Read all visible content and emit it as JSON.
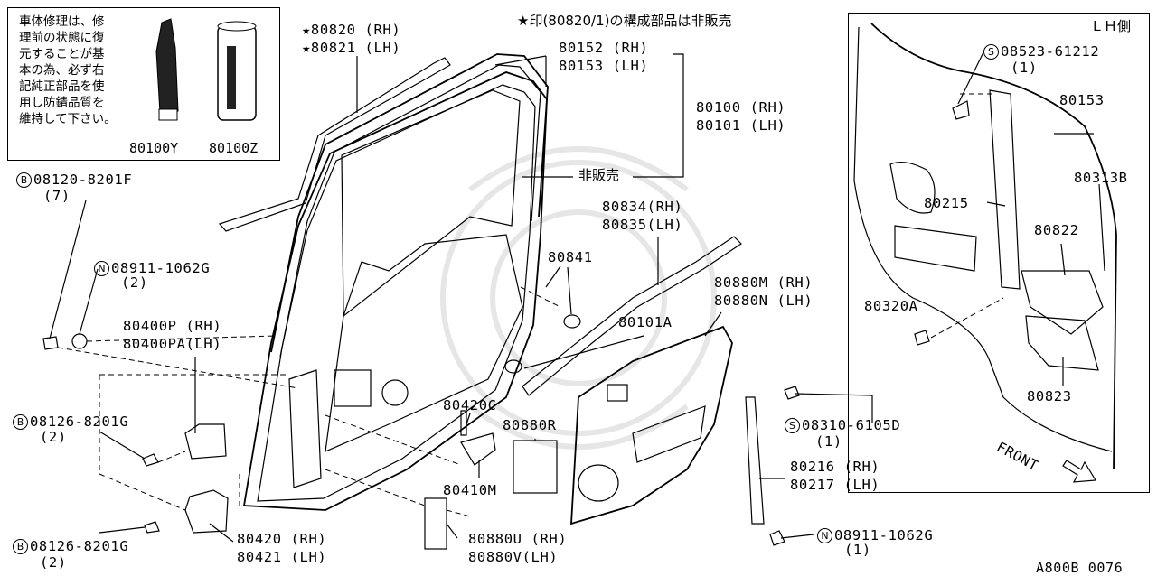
{
  "note": {
    "lines": [
      "車体修理は、修",
      "理前の状態に復",
      "元することが基",
      "本の為、必ず右",
      "記純正部品を使",
      "用し防錆品質を",
      "維持して下さい。"
    ],
    "part_a": "80100Y",
    "part_b": "80100Z"
  },
  "header_note": "★印(80820/1)の構成部品は非販売",
  "inset_title": "ＬＨ側",
  "labels": {
    "p80820": "★80820 (RH)",
    "p80821": "★80821 (LH)",
    "p80152": "80152 (RH)",
    "p80153": "80153 (LH)",
    "p80100": "80100 (RH)",
    "p80101": "80101 (LH)",
    "not_sold": "非販売",
    "b08120": "08120-8201F",
    "b08120_qty": "(7)",
    "n08911a": "08911-1062G",
    "n08911a_qty": "(2)",
    "p80400P": "80400P (RH)",
    "p80400PA": "80400PA(LH)",
    "b08126a": "08126-8201G",
    "b08126a_qty": "(2)",
    "b08126b": "08126-8201G",
    "b08126b_qty": "(2)",
    "p80420": "80420 (RH)",
    "p80421": "80421 (LH)",
    "p80834": "80834(RH)",
    "p80835": "80835(LH)",
    "p80841": "80841",
    "p80880M": "80880M (RH)",
    "p80880N": "80880N (LH)",
    "p80101A": "80101A",
    "p80420C": "80420C",
    "p80880R": "80880R",
    "p80410M": "80410M",
    "p80880U": "80880U (RH)",
    "p80880V": "80880V(LH)",
    "s08310": "08310-6105D",
    "s08310_qty": "(1)",
    "p80216": "80216 (RH)",
    "p80217": "80217 (LH)",
    "n08911b": "08911-1062G",
    "n08911b_qty": "(1)",
    "s08523": "08523-61212",
    "s08523_qty": "(1)",
    "p80153_inset": "80153",
    "p80313B": "80313B",
    "p80215": "80215",
    "p80822": "80822",
    "p80320A": "80320A",
    "p80823": "80823",
    "front": "FRONT",
    "diagram_code": "A800B 0076"
  },
  "symbols": {
    "b": "B",
    "n": "N",
    "s": "S"
  }
}
